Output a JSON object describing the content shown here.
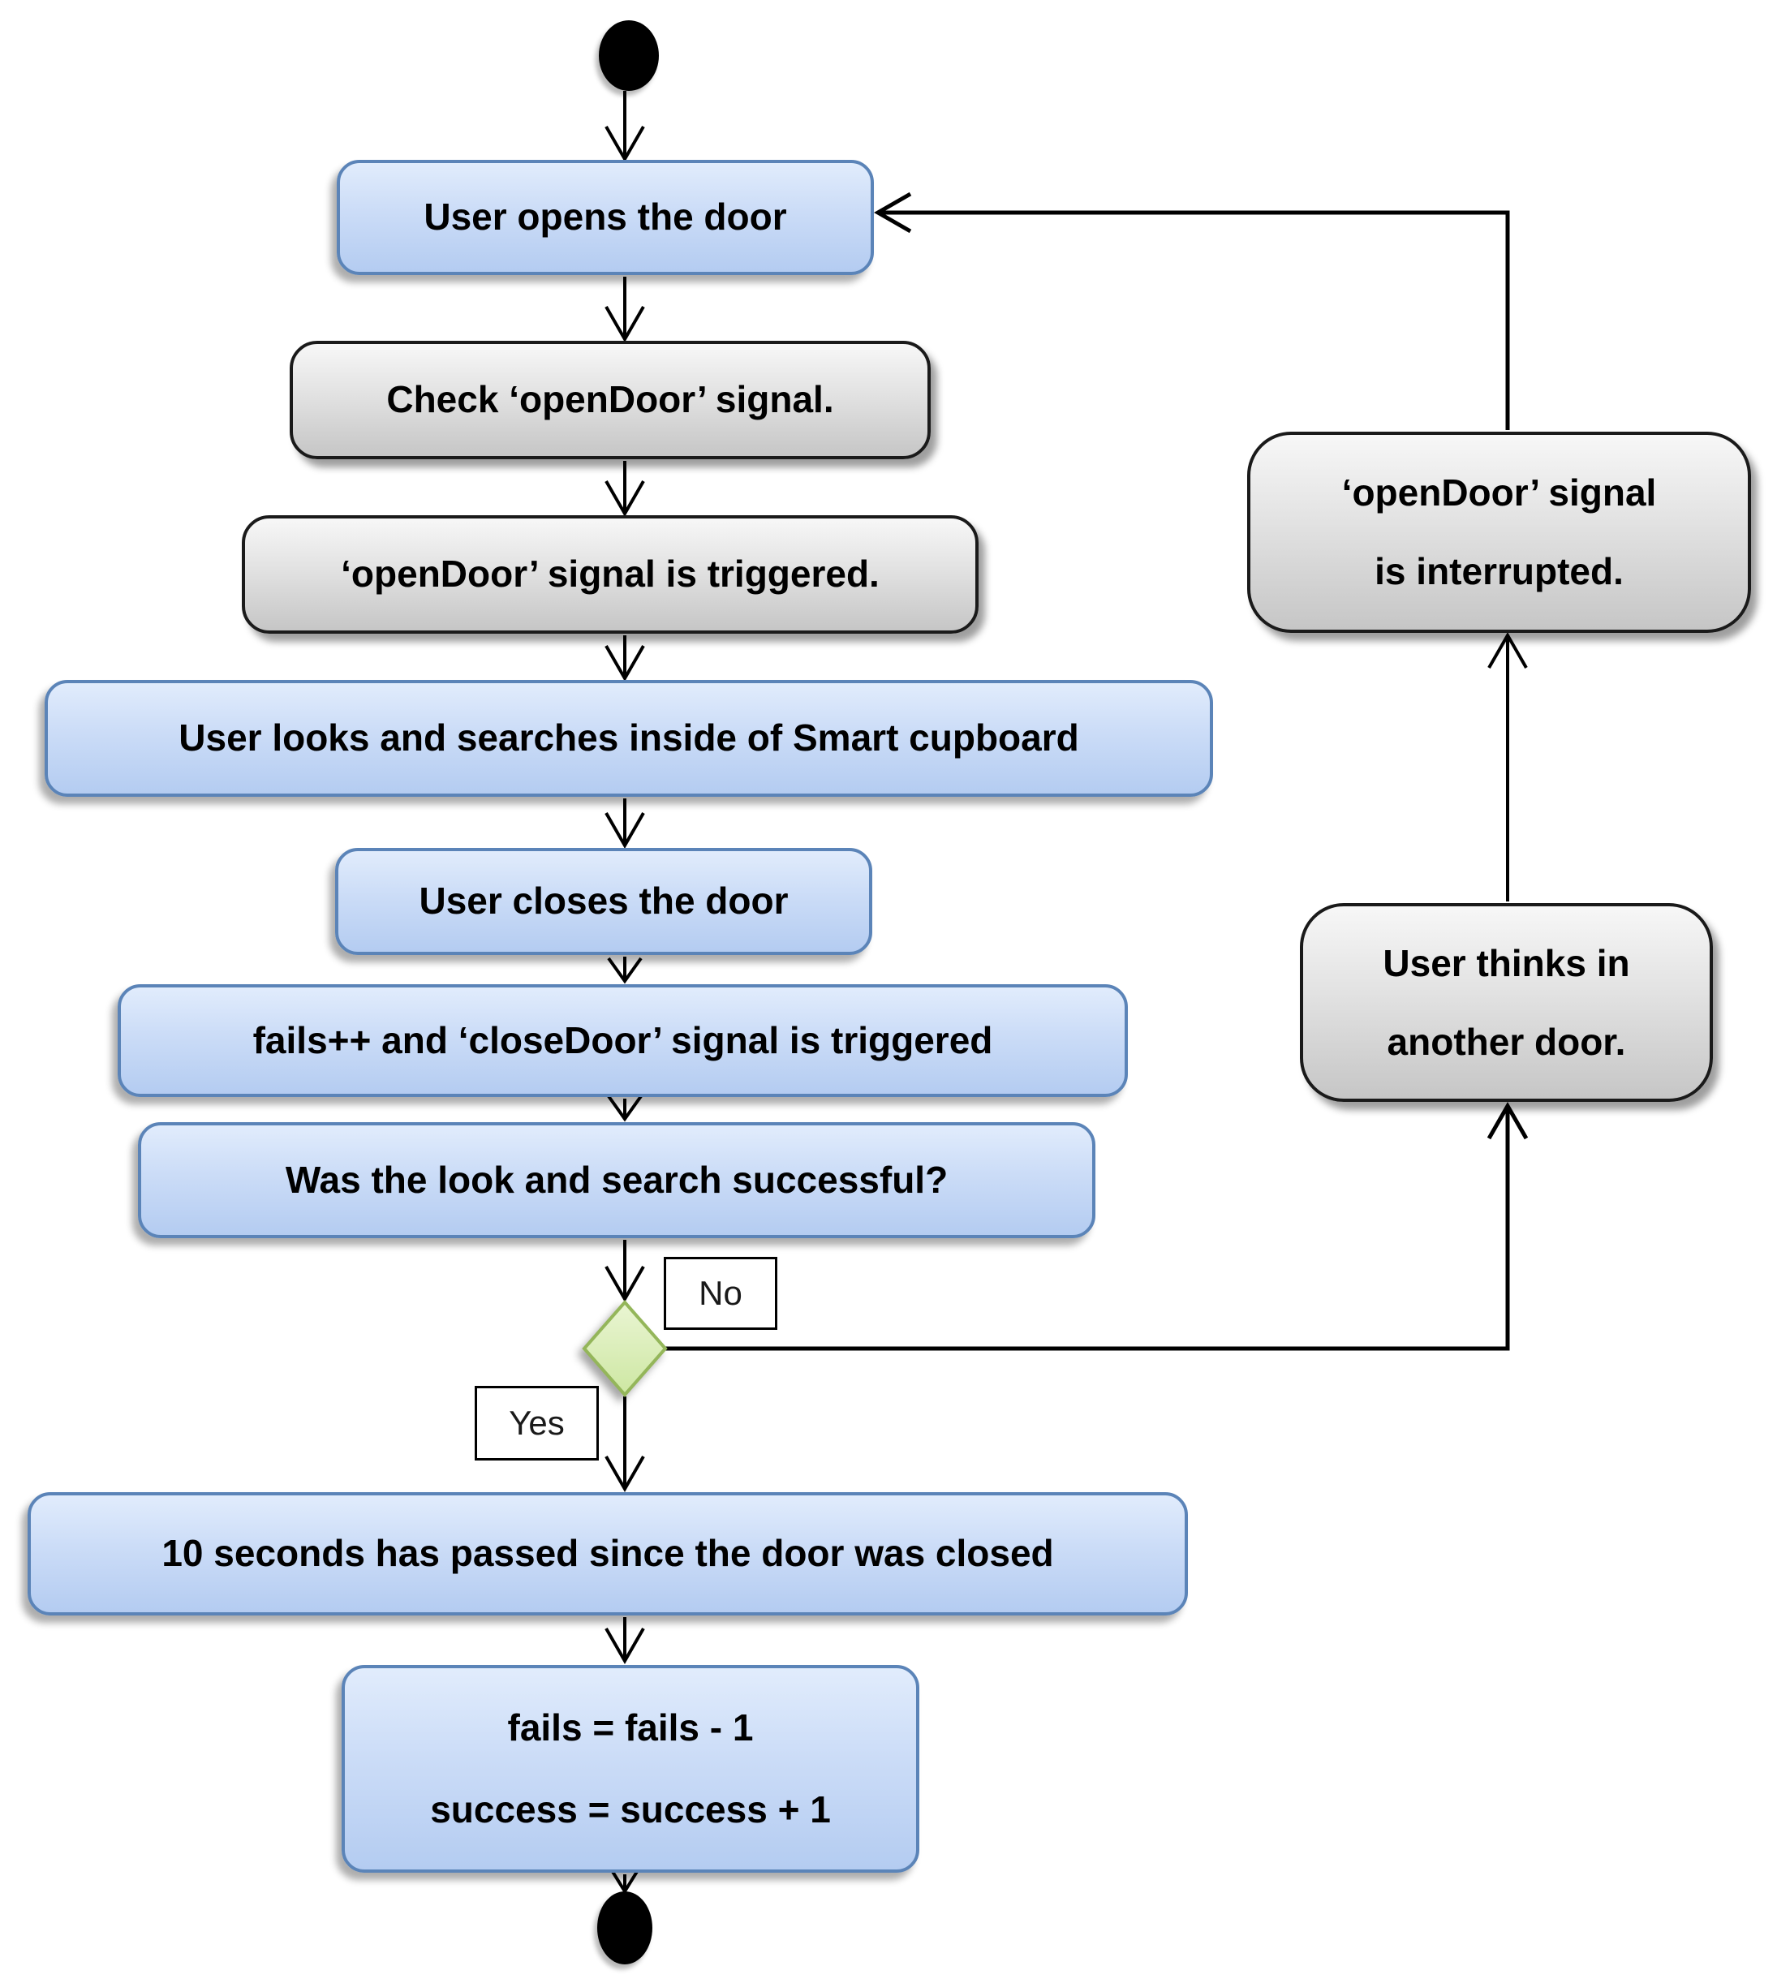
{
  "diagram": {
    "type": "uml-activity-flowchart",
    "background": "#ffffff",
    "colors": {
      "activity_fill_top": "#e1ecfc",
      "activity_fill_bottom": "#b4ccf1",
      "activity_border": "#5b84b8",
      "signal_fill_top": "#f7f7f7",
      "signal_fill_bottom": "#c6c6c6",
      "signal_border": "#1a1a1a",
      "decision_fill_top": "#eaf5d3",
      "decision_fill_bottom": "#cde7a2",
      "decision_border": "#94b65a",
      "connector": "#000000"
    },
    "nodes": {
      "open_door": {
        "label": "User opens the door"
      },
      "check_signal": {
        "label": "Check ‘openDoor’ signal."
      },
      "signal_triggered": {
        "label": "‘openDoor’ signal is triggered."
      },
      "look_search": {
        "label": "User looks and searches inside of Smart cupboard"
      },
      "close_door": {
        "label": "User closes the door"
      },
      "fails_signal": {
        "label": "fails++ and ‘closeDoor’ signal is triggered"
      },
      "was_successful": {
        "label": "Was the look and search successful?"
      },
      "ten_seconds": {
        "label": "10 seconds has passed since the door was closed"
      },
      "counters": {
        "line1": "fails = fails - 1",
        "line2": "success = success + 1"
      },
      "signal_interrupted": {
        "line1": "‘openDoor’ signal",
        "line2": "is interrupted."
      },
      "thinks_another": {
        "line1": "User thinks in",
        "line2": "another door."
      }
    },
    "decision": {
      "no_label": "No",
      "yes_label": "Yes"
    }
  }
}
